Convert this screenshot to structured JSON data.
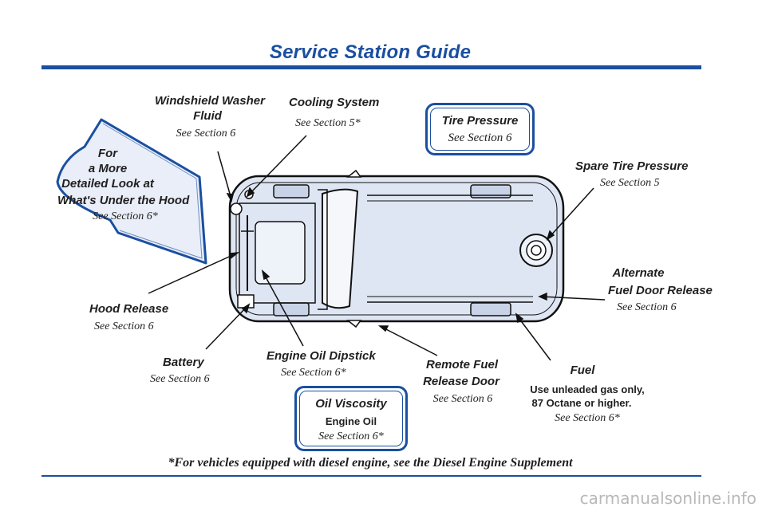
{
  "page": {
    "title": "Service Station Guide",
    "footnote": "*For vehicles equipped with diesel engine, see the Diesel Engine Supplement",
    "watermark": "carmanualsonline.info"
  },
  "callouts": {
    "under_hood": {
      "line1": "For",
      "line2": "a More",
      "line3": "Detailed Look at",
      "line4": "What's Under the Hood",
      "section": "See Section 6*"
    },
    "washer_fluid": {
      "line1": "Windshield Washer",
      "line2": "Fluid",
      "section": "See Section 6"
    },
    "cooling": {
      "label": "Cooling System",
      "section": "See Section 5*"
    },
    "tire_pressure": {
      "label": "Tire Pressure",
      "section": "See Section 6"
    },
    "spare_tire": {
      "label": "Spare Tire Pressure",
      "section": "See Section 5"
    },
    "alt_fuel_door": {
      "line1": "Alternate",
      "line2": "Fuel Door Release",
      "section": "See Section 6"
    },
    "hood_release": {
      "label": "Hood Release",
      "section": "See Section 6"
    },
    "battery": {
      "label": "Battery",
      "section": "See Section 6"
    },
    "dipstick": {
      "label": "Engine Oil Dipstick",
      "section": "See Section 6*"
    },
    "remote_fuel": {
      "line1": "Remote Fuel",
      "line2": "Release Door",
      "section": "See Section 6"
    },
    "fuel": {
      "label": "Fuel",
      "note1": "Use unleaded gas only,",
      "note2": "87 Octane or higher.",
      "section": "See Section 6*"
    },
    "oil_viscosity": {
      "label": "Oil Viscosity",
      "sub": "Engine Oil",
      "section": "See Section 6*"
    }
  },
  "colors": {
    "accent": "#1a4fa0",
    "car_fill": "#dfe6f3",
    "arrow_fill": "#e9eef8"
  }
}
